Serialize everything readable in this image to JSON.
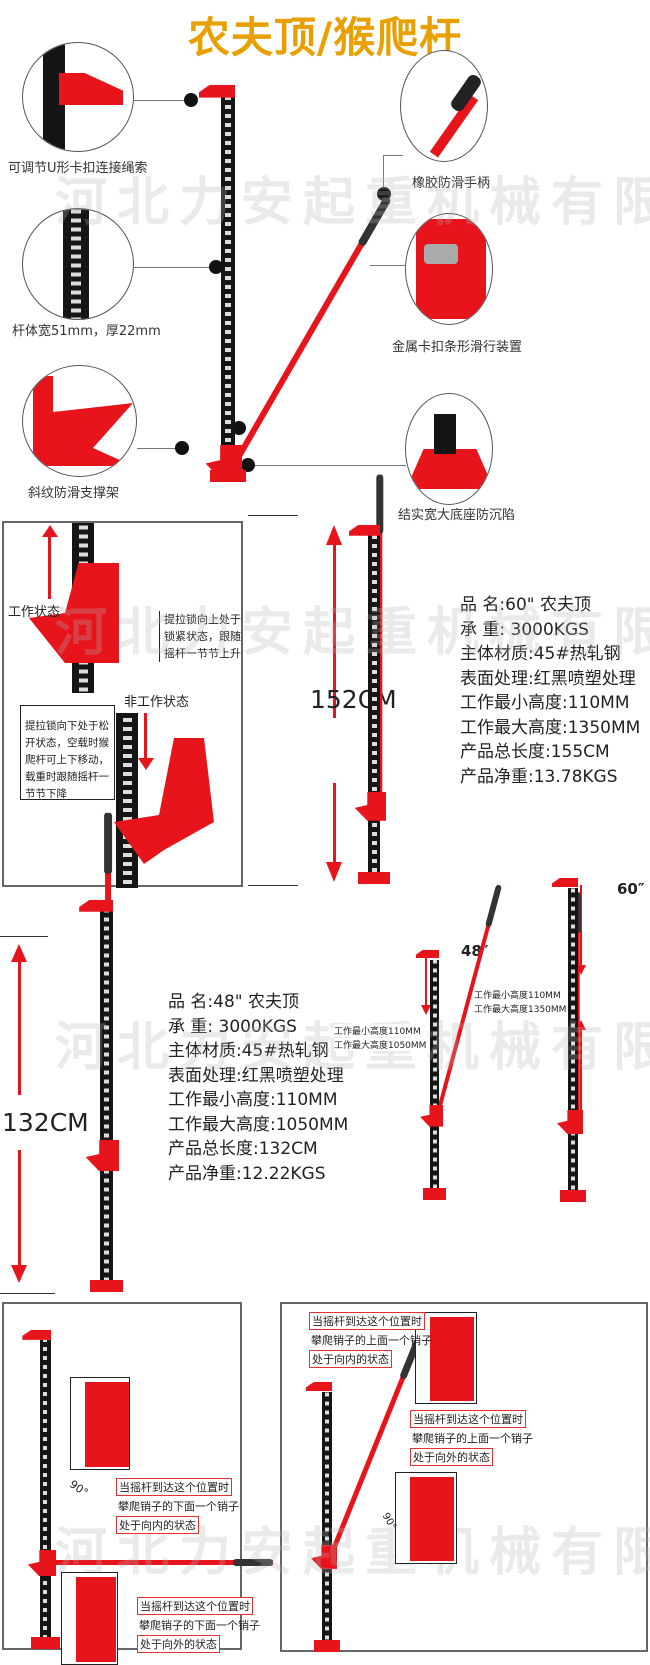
{
  "title": "农夫顶/猴爬杆",
  "watermark": "河北力安起重机械有限公司",
  "features": {
    "u_clip": "可调节U形卡扣连接绳索",
    "bar_size": "杆体宽51mm，厚22mm",
    "support": "斜纹防滑支撑架",
    "handle": "橡胶防滑手柄",
    "slider": "金属卡扣条形滑行装置",
    "base": "结实宽大底座防沉陷"
  },
  "states": {
    "working_label": "工作状态",
    "working_desc": "提拉锁向上处于锁紧状态，跟随摇杆一节节上升",
    "idle_label": "非工作状态",
    "idle_desc": "提拉锁向下处于松开状态，空载时猴爬杆可上下移动，载重时跟随摇杆一节节下降"
  },
  "model60": {
    "height_label": "152CM",
    "specs": [
      "品  名:60\" 农夫顶",
      "承  重: 3000KGS",
      "主体材质:45#热轧钢",
      "表面处理:红黑喷塑处理",
      "工作最小高度:110MM",
      "工作最大高度:1350MM",
      "产品总长度:155CM",
      "产品净重:13.78KGS"
    ]
  },
  "model48": {
    "height_label": "132CM",
    "specs": [
      "品  名:48\" 农夫顶",
      "承  重: 3000KGS",
      "主体材质:45#热轧钢",
      "表面处理:红黑喷塑处理",
      "工作最小高度:110MM",
      "工作最大高度:1050MM",
      "产品总长度:132CM",
      "产品净重:12.22KGS"
    ]
  },
  "compare": {
    "tag48": "48″",
    "tag60": "60″",
    "min48": "工作最小高度110MM",
    "max48": "工作最大高度1050MM",
    "min60": "工作最小高度110MM",
    "max60": "工作最大高度1350MM"
  },
  "usage_left": {
    "angle": "90°",
    "a1": "当摇杆到达这个位置时",
    "a2": "攀爬销子的下面一个销子",
    "a3": "处于向内的状态",
    "b1": "当摇杆到达这个位置时",
    "b2": "攀爬销子的下面一个销子",
    "b3": "处于向外的状态"
  },
  "usage_right": {
    "angle": "90°",
    "a1": "当摇杆到达这个位置时",
    "a2": "攀爬销子的上面一个销子",
    "a3": "处于向内的状态",
    "b1": "当摇杆到达这个位置时",
    "b2": "攀爬销子的上面一个销子",
    "b3": "处于向外的状态"
  },
  "colors": {
    "title": "#e8a000",
    "jack_red": "#e8141c",
    "jack_black": "#151515"
  }
}
